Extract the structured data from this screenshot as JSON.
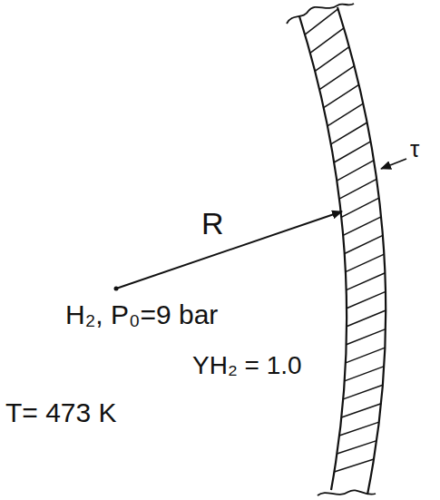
{
  "diagram": {
    "labels": [
      "R",
      "τ",
      "H₂,   P₀=9 bar",
      "YH₂ = 1.0",
      "T= 473 K"
    ]
  }
}
